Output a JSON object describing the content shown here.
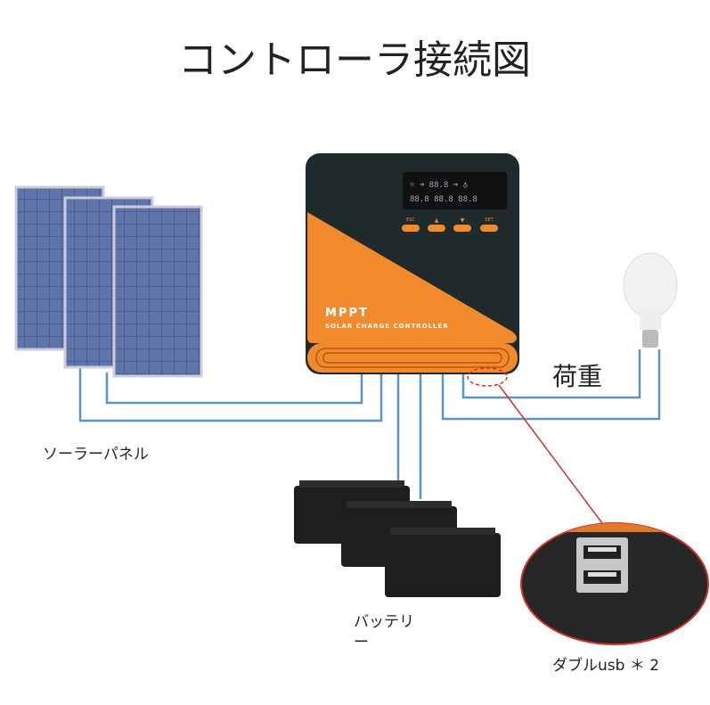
{
  "title": "コントローラ接続図",
  "controller": {
    "brand_line1": "MPPT",
    "brand_line2": "SOLAR CHARGE CONTROLLER",
    "buttons": [
      "ESC",
      "▲",
      "▼",
      "SET"
    ]
  },
  "labels": {
    "solar": "ソーラーパネル",
    "battery_line1": "バッテリ",
    "battery_line2": "ー",
    "load": "荷重",
    "usb": "ダブルusb ＊ 2"
  },
  "colors": {
    "orange": "#f08a2c",
    "controller_dark": "#1f2a2c",
    "wire": "#5b93c4",
    "callout": "#d8302a"
  }
}
